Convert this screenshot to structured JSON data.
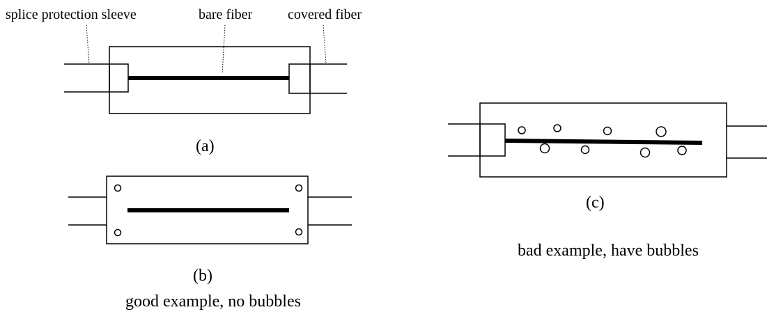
{
  "labels": {
    "splice_sleeve": "splice protection sleeve",
    "bare_fiber": "bare fiber",
    "covered_fiber": "covered fiber"
  },
  "captions": {
    "a": "(a)",
    "b": "(b)",
    "c": "(c)"
  },
  "descriptions": {
    "good": "good example, no bubbles",
    "bad": "bad example, have bubbles"
  }
}
